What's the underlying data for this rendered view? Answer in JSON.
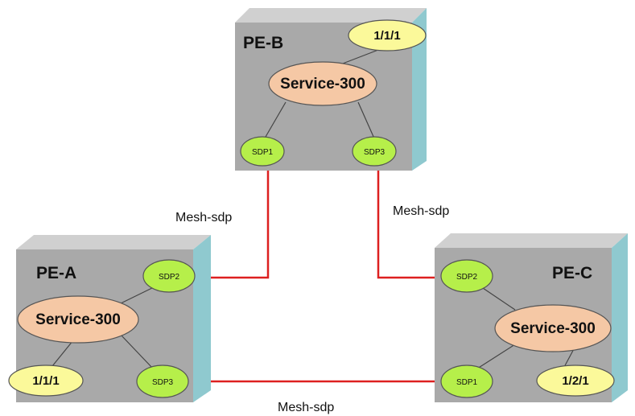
{
  "colors": {
    "box_front": "#a9a9a9",
    "box_top": "#d0d0d0",
    "box_side": "#8fc9cf",
    "service": "#f5c8a5",
    "sdp": "#b6ef4a",
    "port": "#fbf99a",
    "link": "#dd2020"
  },
  "routers": {
    "pe_b": {
      "name": "PE-B",
      "service": "Service-300",
      "port": "1/1/1",
      "sdp_left": "SDP1",
      "sdp_right": "SDP3"
    },
    "pe_a": {
      "name": "PE-A",
      "service": "Service-300",
      "port": "1/1/1",
      "sdp_top": "SDP2",
      "sdp_bottom": "SDP3"
    },
    "pe_c": {
      "name": "PE-C",
      "service": "Service-300",
      "port": "1/2/1",
      "sdp_top": "SDP2",
      "sdp_bottom": "SDP1"
    }
  },
  "links": {
    "ab_label": "Mesh-sdp",
    "bc_label": "Mesh-sdp",
    "ac_label": "Mesh-sdp"
  }
}
